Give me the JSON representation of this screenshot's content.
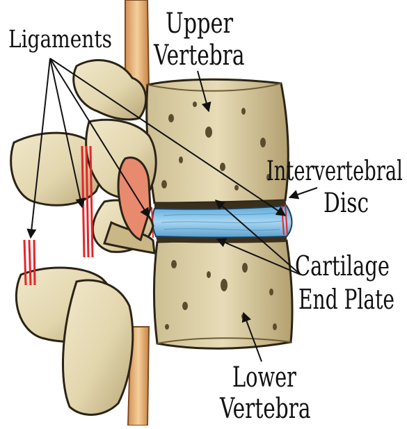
{
  "labels": {
    "ligaments": "Ligaments",
    "upper_1": "Upper",
    "upper_2": "Vertebra",
    "intervertebral_1": "Intervertebral",
    "intervertebral_2": "Disc",
    "cartilage_1": "Cartilage",
    "cartilage_2": "End Plate",
    "lower_1": "Lower",
    "lower_2": "Vertebra"
  },
  "colors": {
    "bone": "#e9dfbf",
    "bone_shadow": "#b8a77c",
    "bone_dark": "#7d6a43",
    "disc": "#7fbfe6",
    "disc_light": "#a9d7f2",
    "ligament": "#e3262a",
    "cord": "#e6b27a",
    "text": "#111111"
  }
}
